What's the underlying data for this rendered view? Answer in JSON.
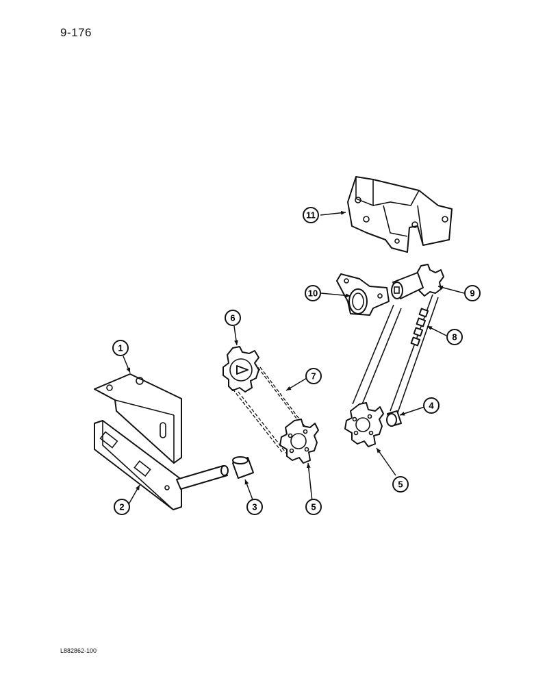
{
  "page_number": "9-176",
  "drawing_code": "L882862-100",
  "callouts": [
    {
      "id": "c1",
      "label": "1"
    },
    {
      "id": "c2",
      "label": "2"
    },
    {
      "id": "c3",
      "label": "3"
    },
    {
      "id": "c4",
      "label": "4"
    },
    {
      "id": "c5a",
      "label": "5"
    },
    {
      "id": "c5b",
      "label": "5"
    },
    {
      "id": "c6",
      "label": "6"
    },
    {
      "id": "c7",
      "label": "7"
    },
    {
      "id": "c8",
      "label": "8"
    },
    {
      "id": "c9",
      "label": "9"
    },
    {
      "id": "c10",
      "label": "10"
    },
    {
      "id": "c11",
      "label": "11"
    }
  ]
}
